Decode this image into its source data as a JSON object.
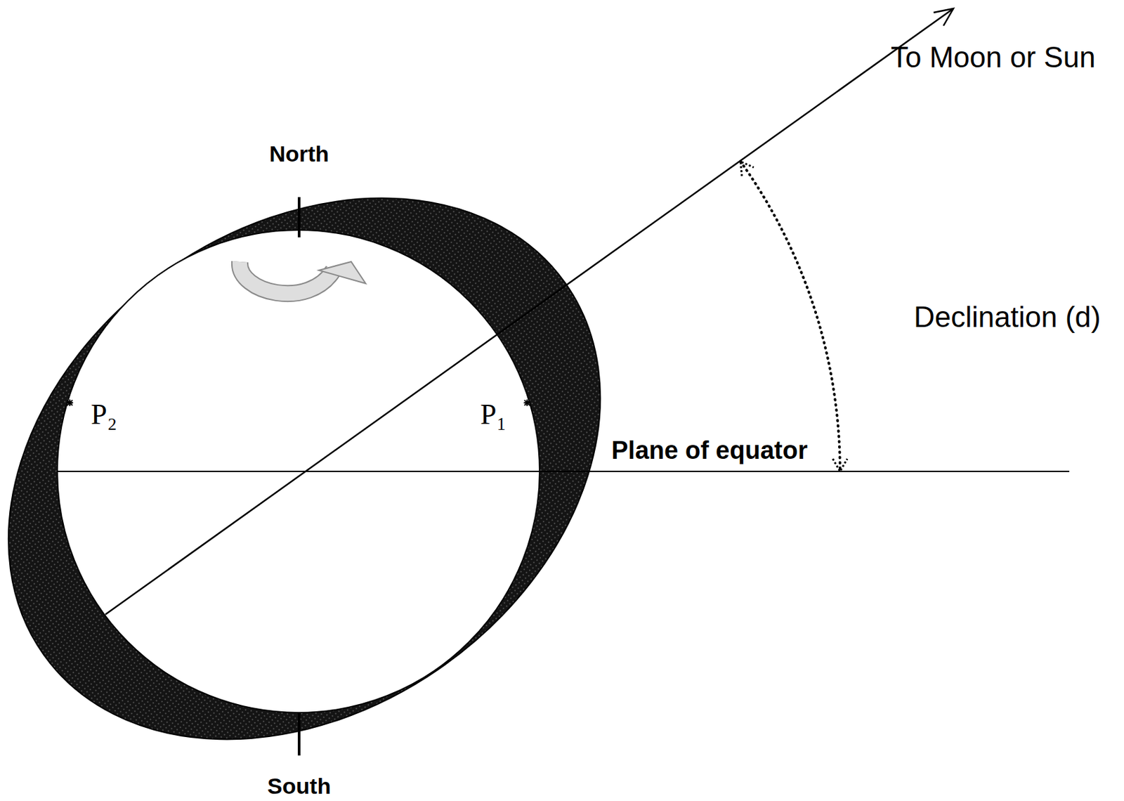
{
  "diagram": {
    "labels": [
      "To Moon or Sun",
      "North",
      "Declination (d)",
      "P₂",
      "P₁",
      "Plane of equator",
      "South"
    ]
  }
}
